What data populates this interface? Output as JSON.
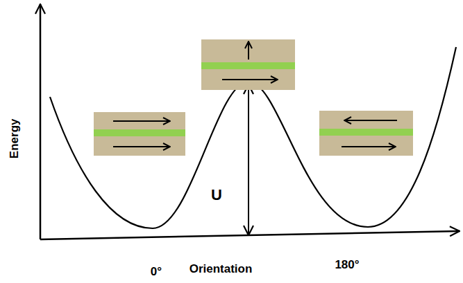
{
  "diagram": {
    "labels": [
      "Energy",
      "U",
      "0°",
      "Orientation",
      "180°"
    ]
  }
}
